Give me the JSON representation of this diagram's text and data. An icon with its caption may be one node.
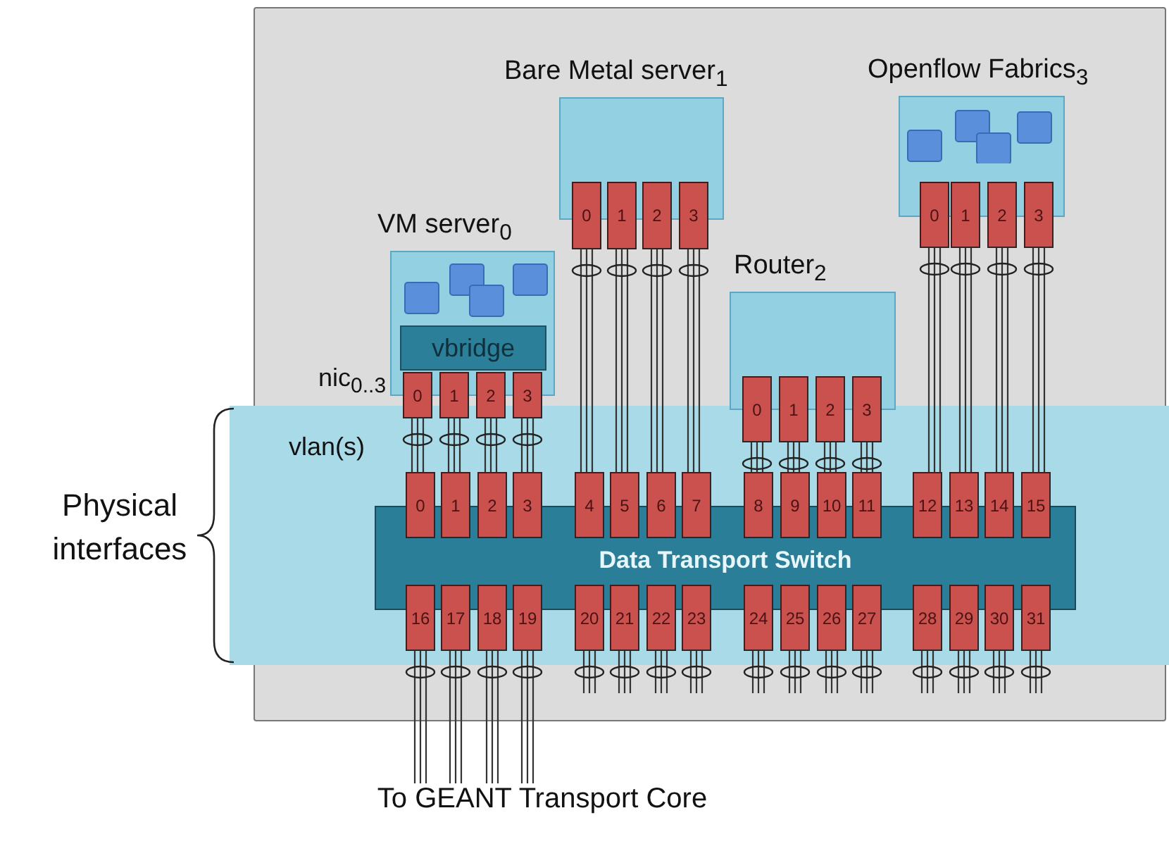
{
  "diagram": {
    "nodes": [
      {
        "text": [],
        "shape": "box"
      },
      {
        "text": [
          "VM server$_{0}$"
        ],
        "in": 0
      },
      {
        "text": [
          "vbridge"
        ],
        "in": 1
      },
      {
        "text": [
          "0"
        ],
        "in": 0
      },
      {
        "text": [
          "1"
        ],
        "in": 0
      },
      {
        "text": [
          "2"
        ],
        "in": 0
      },
      {
        "text": [
          "3"
        ],
        "in": 0
      },
      {
        "text": [
          "Bare Metal server$_{1}$"
        ],
        "in": 0
      },
      {
        "text": [
          "0"
        ],
        "in": 0
      },
      {
        "text": [
          "1"
        ],
        "in": 0
      },
      {
        "text": [
          "2"
        ],
        "in": 0
      },
      {
        "text": [
          "3"
        ],
        "in": 0
      },
      {
        "text": [
          "Router$_{2}$"
        ],
        "in": 0
      },
      {
        "text": [
          "0"
        ],
        "in": 0
      },
      {
        "text": [
          "1"
        ],
        "in": 0
      },
      {
        "text": [
          "2"
        ],
        "in": 0
      },
      {
        "text": [
          "3"
        ],
        "in": 0
      },
      {
        "text": [
          "Openflow Fabrics$_{3}$"
        ],
        "in": 0
      },
      {
        "text": [
          "0"
        ],
        "in": 0
      },
      {
        "text": [
          "1"
        ],
        "in": 0
      },
      {
        "text": [
          "2"
        ],
        "in": 0
      },
      {
        "text": [
          "3"
        ],
        "in": 0
      },
      {
        "text": [
          "Data Transport Switch"
        ],
        "in": 0
      },
      {
        "text": [
          "0"
        ],
        "in": 0
      },
      {
        "text": [
          "1"
        ],
        "in": 0
      },
      {
        "text": [
          "2"
        ],
        "in": 0
      },
      {
        "text": [
          "3"
        ],
        "in": 0
      },
      {
        "text": [
          "4"
        ],
        "in": 0
      },
      {
        "text": [
          "5"
        ],
        "in": 0
      },
      {
        "text": [
          "6"
        ],
        "in": 0
      },
      {
        "text": [
          "7"
        ],
        "in": 0
      },
      {
        "text": [
          "8"
        ],
        "in": 0
      },
      {
        "text": [
          "9"
        ],
        "in": 0
      },
      {
        "text": [
          "10"
        ],
        "in": 0
      },
      {
        "text": [
          "11"
        ],
        "in": 0
      },
      {
        "text": [
          "12"
        ],
        "in": 0
      },
      {
        "text": [
          "13"
        ],
        "in": 0
      },
      {
        "text": [
          "14"
        ],
        "in": 0
      },
      {
        "text": [
          "15"
        ],
        "in": 0
      },
      {
        "text": [
          "16"
        ],
        "in": 0
      },
      {
        "text": [
          "17"
        ],
        "in": 0
      },
      {
        "text": [
          "18"
        ],
        "in": 0
      },
      {
        "text": [
          "19"
        ],
        "in": 0
      },
      {
        "text": [
          "20"
        ],
        "in": 0
      },
      {
        "text": [
          "21"
        ],
        "in": 0
      },
      {
        "text": [
          "22"
        ],
        "in": 0
      },
      {
        "text": [
          "23"
        ],
        "in": 0
      },
      {
        "text": [
          "24"
        ],
        "in": 0
      },
      {
        "text": [
          "25"
        ],
        "in": 0
      },
      {
        "text": [
          "26"
        ],
        "in": 0
      },
      {
        "text": [
          "27"
        ],
        "in": 0
      },
      {
        "text": [
          "28"
        ],
        "in": 0
      },
      {
        "text": [
          "29"
        ],
        "in": 0
      },
      {
        "text": [
          "30"
        ],
        "in": 0
      },
      {
        "text": [
          "31"
        ],
        "in": 0
      },
      {
        "text": [
          "To GEANT Transport Core"
        ]
      }
    ],
    "edges": [
      {
        "from": 3,
        "to": 23,
        "arrow": "none"
      },
      {
        "from": 4,
        "to": 24,
        "arrow": "none"
      },
      {
        "from": 5,
        "to": 25,
        "arrow": "none"
      },
      {
        "from": 6,
        "to": 26,
        "arrow": "none"
      },
      {
        "from": 8,
        "to": 27,
        "arrow": "none"
      },
      {
        "from": 9,
        "to": 28,
        "arrow": "none"
      },
      {
        "from": 10,
        "to": 29,
        "arrow": "none"
      },
      {
        "from": 11,
        "to": 30,
        "arrow": "none"
      },
      {
        "from": 13,
        "to": 31,
        "arrow": "none"
      },
      {
        "from": 14,
        "to": 32,
        "arrow": "none"
      },
      {
        "from": 15,
        "to": 33,
        "arrow": "none"
      },
      {
        "from": 16,
        "to": 34,
        "arrow": "none"
      },
      {
        "from": 18,
        "to": 35,
        "arrow": "none"
      },
      {
        "from": 19,
        "to": 36,
        "arrow": "none"
      },
      {
        "from": 20,
        "to": 37,
        "arrow": "none"
      },
      {
        "from": 21,
        "to": 38,
        "arrow": "none"
      },
      {
        "from": 39,
        "to": 55,
        "arrow": "none"
      },
      {
        "from": 40,
        "to": 55,
        "arrow": "none"
      },
      {
        "from": 41,
        "to": 55,
        "arrow": "none"
      },
      {
        "from": 42,
        "to": 55,
        "arrow": "none"
      },
      {
        "from": 43,
        "to": null,
        "arrow": "none"
      },
      {
        "from": 44,
        "to": null,
        "arrow": "none"
      },
      {
        "from": 45,
        "to": null,
        "arrow": "none"
      },
      {
        "from": 46,
        "to": null,
        "arrow": "none"
      },
      {
        "from": 47,
        "to": null,
        "arrow": "none"
      },
      {
        "from": 48,
        "to": null,
        "arrow": "none"
      },
      {
        "from": 49,
        "to": null,
        "arrow": "none"
      },
      {
        "from": 50,
        "to": null,
        "arrow": "none"
      },
      {
        "from": 51,
        "to": null,
        "arrow": "none"
      },
      {
        "from": 52,
        "to": null,
        "arrow": "none"
      },
      {
        "from": 53,
        "to": null,
        "arrow": "none"
      },
      {
        "from": 54,
        "to": null,
        "arrow": "none"
      }
    ],
    "labels": [
      "nic$_{0..3}$",
      "vlan(s)",
      "Physical interfaces"
    ]
  }
}
